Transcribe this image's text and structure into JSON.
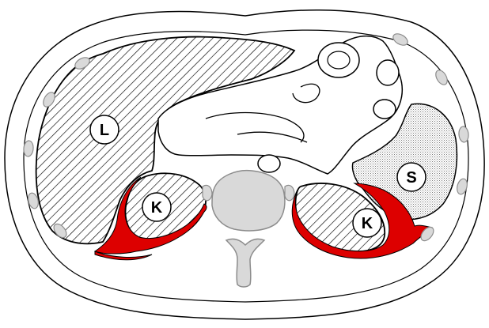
{
  "labels": {
    "liver": "L",
    "kidney_right": "K",
    "kidney_left": "K",
    "spleen": "S"
  },
  "colors": {
    "outline": "#000000",
    "body_fill": "#ffffff",
    "bone": "#d9d9d9",
    "bone_stroke": "#8c8c8c",
    "fat_red": "#dd0000",
    "stipple": "#bdbdbd",
    "label_circle": "#ffffff"
  },
  "icons": {
    "liver": "hatched-region",
    "kidney": "hatched-region",
    "spleen": "stippled-region",
    "vertebra": "gray-bone",
    "ribs": "gray-rib-segments",
    "perirenal_fat": "red-crescent"
  }
}
